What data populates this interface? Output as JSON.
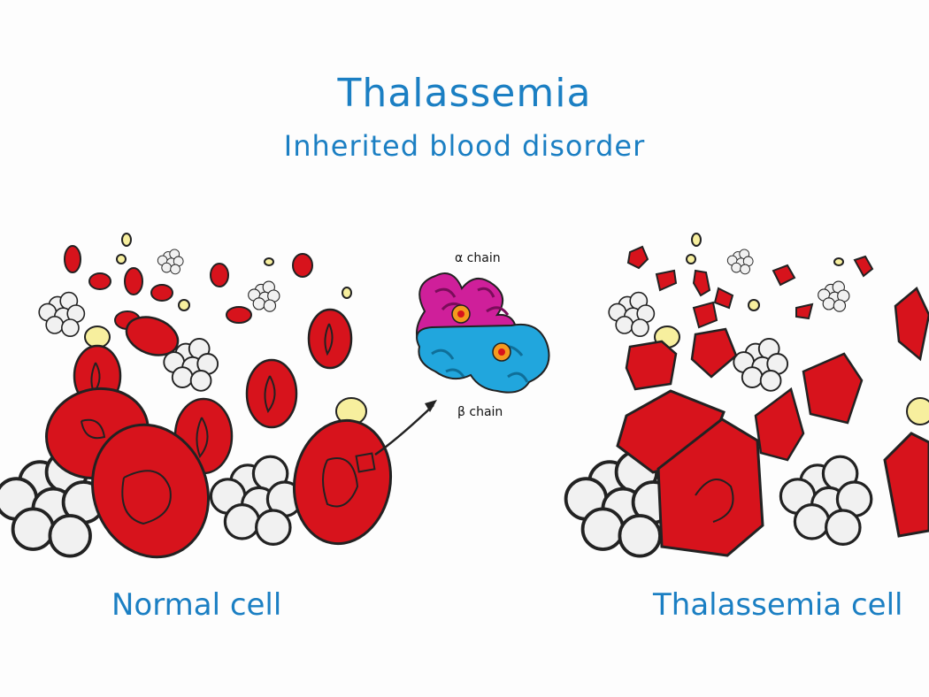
{
  "header": {
    "title": "Thalassemia",
    "subtitle": "Inherited blood disorder"
  },
  "panels": {
    "left_label": "Normal cell",
    "right_label": "Thalassemia cell"
  },
  "hemoglobin": {
    "alpha_label": "α chain",
    "beta_label": "β chain"
  },
  "colors": {
    "text_blue": "#1b7fc3",
    "rbc_red": "#d7131c",
    "platelet_yellow": "#f7ef9e",
    "wbc_white": "#f1f1f1",
    "alpha_magenta": "#cf1f9a",
    "beta_cyan": "#21a6dd",
    "heme_orange": "#f49a1e"
  },
  "icons": [
    "red-blood-cell-icon",
    "white-blood-cell-icon",
    "platelet-icon",
    "hemoglobin-molecule-icon",
    "arrow-icon"
  ]
}
